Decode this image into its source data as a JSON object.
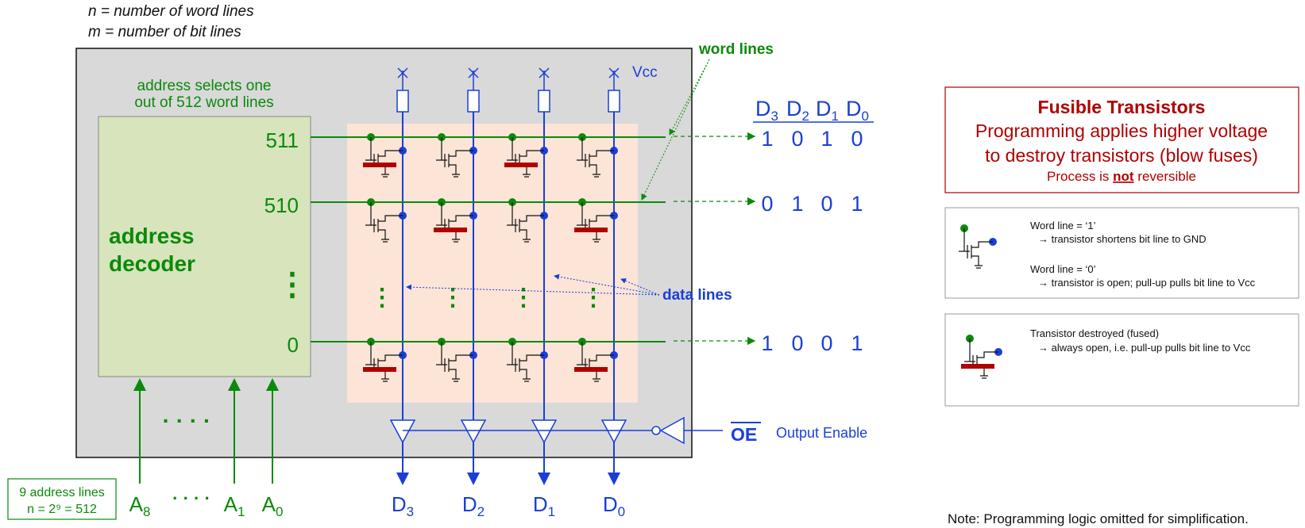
{
  "definitions": {
    "n_line": "n = number of word lines",
    "m_line": "m = number of bit lines"
  },
  "labels": {
    "word_lines": "word lines",
    "data_lines": "data lines",
    "vcc": "Vcc",
    "address_selects_1": "address selects one",
    "address_selects_2": "out of 512 word lines",
    "decoder_1": "address",
    "decoder_2": "decoder",
    "row_511": "511",
    "row_510": "510",
    "row_0": "0",
    "dots_v": "⋮",
    "addr_dots": "· · · ·",
    "addr_dots2": "· · · ·",
    "addr_box_1": "9 address lines",
    "addr_box_2": "n = 2⁹ = 512",
    "output_enable": "Output Enable",
    "oe": "OE"
  },
  "address_inputs": [
    "A8",
    "A1",
    "A0"
  ],
  "data_header": [
    "D3",
    "D2",
    "D1",
    "D0"
  ],
  "data_outputs": [
    "D3",
    "D2",
    "D1",
    "D0"
  ],
  "rows": [
    {
      "address": "511",
      "bits": [
        "1",
        "0",
        "1",
        "0"
      ]
    },
    {
      "address": "510",
      "bits": [
        "0",
        "1",
        "0",
        "1"
      ]
    },
    {
      "address": "0",
      "bits": [
        "1",
        "0",
        "0",
        "1"
      ]
    }
  ],
  "fusible_box": {
    "title": "Fusible Transistors",
    "line1": "Programming applies higher voltage",
    "line2": "to destroy transistors (blow fuses)",
    "line3_pre": "Process is ",
    "line3_bold": "not",
    "line3_post": " reversible"
  },
  "legend1": {
    "a_title": "Word line = ‘1’",
    "a_desc": "→ transistor shortens bit line to GND",
    "b_title": "Word line = ‘0’",
    "b_desc": "→ transistor is open; pull-up pulls bit line to Vcc"
  },
  "legend2": {
    "title": "Transistor destroyed (fused)",
    "desc": "→ always open, i.e. pull-up pulls bit line to Vcc"
  },
  "note": "Note: Programming logic omitted for simplification.",
  "colors": {
    "green": "#0a8a0a",
    "blue": "#1a3fd6",
    "red": "#b00000",
    "chip_bg": "#d9d9d9",
    "decoder_bg": "#d7e4bc",
    "array_bg": "#fce4d6"
  }
}
